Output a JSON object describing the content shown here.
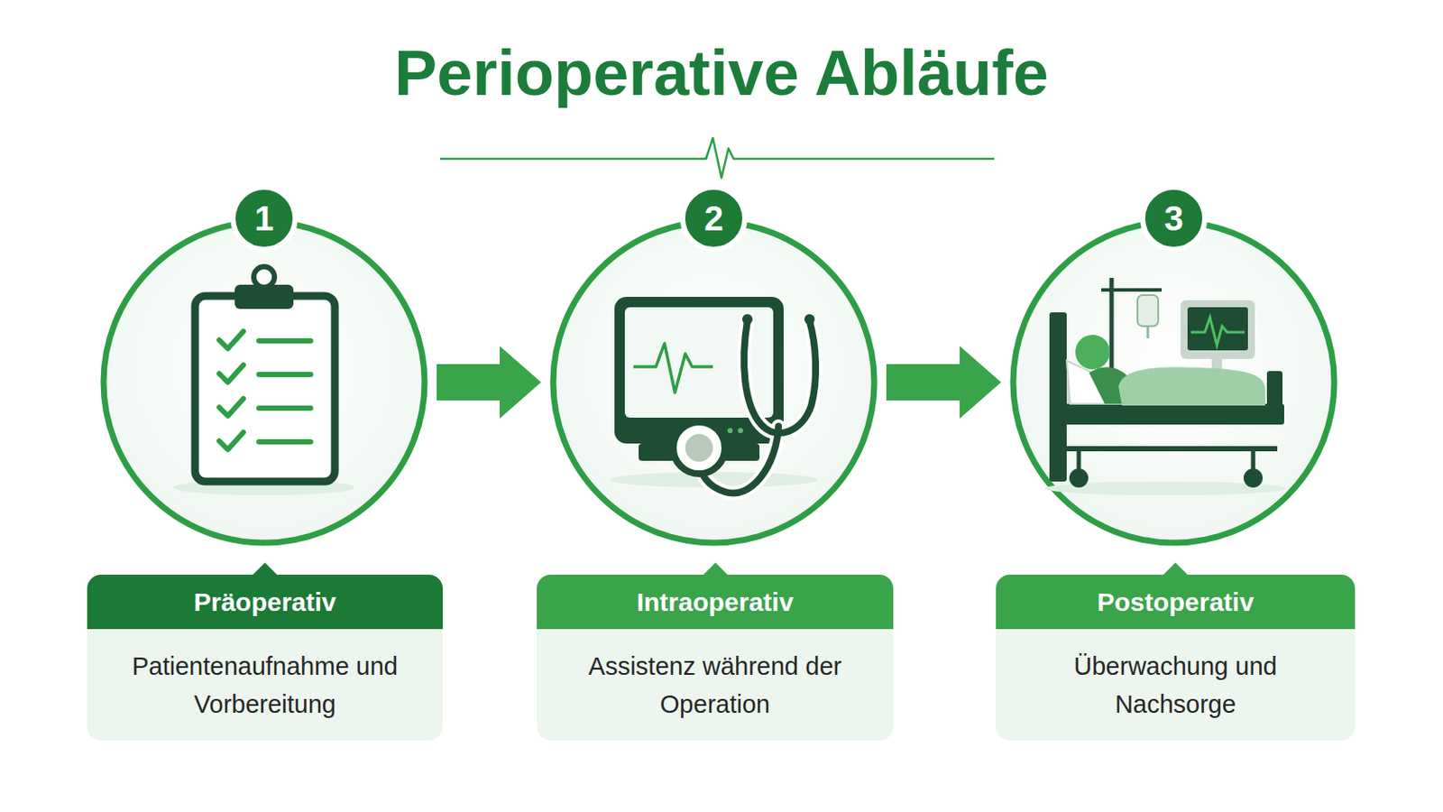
{
  "diagram": {
    "title": "Perioperative Abläufe",
    "nodes": [
      {
        "text": [
          "1"
        ]
      },
      {
        "text": [
          "Präoperativ",
          "Patientenaufnahme und Vorbereitung"
        ]
      },
      {
        "text": [
          "2"
        ]
      },
      {
        "text": [
          "Intraoperativ",
          "Assistenz während der Operation"
        ]
      },
      {
        "text": [
          "3"
        ]
      },
      {
        "text": [
          "Postoperativ",
          "Überwachung und Nachsorge"
        ]
      }
    ],
    "edges": [
      {
        "from": 0,
        "to": 2,
        "arrow": "to"
      },
      {
        "from": 2,
        "to": 4,
        "arrow": "to"
      }
    ]
  }
}
